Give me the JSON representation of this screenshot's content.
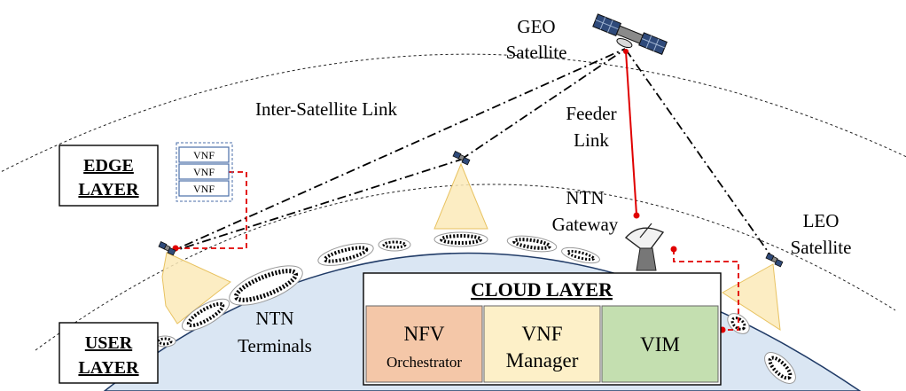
{
  "labels": {
    "geo_satellite": [
      "GEO",
      "Satellite"
    ],
    "inter_satellite_link": "Inter-Satellite Link",
    "feeder_link": [
      "Feeder",
      "Link"
    ],
    "ntn_gateway": [
      "NTN",
      "Gateway"
    ],
    "leo_satellite": [
      "LEO",
      "Satellite"
    ],
    "ntn_terminals": [
      "NTN",
      "Terminals"
    ]
  },
  "edge_layer": {
    "title": [
      "EDGE",
      "LAYER"
    ],
    "vnf_items": [
      "VNF",
      "VNF",
      "VNF"
    ]
  },
  "user_layer": {
    "title": [
      "USER",
      "LAYER"
    ]
  },
  "cloud_layer": {
    "title": "CLOUD LAYER",
    "modules": [
      {
        "lines": [
          "NFV",
          "Orchestrator"
        ],
        "color": "#f4c7a8"
      },
      {
        "lines": [
          "VNF",
          "Manager"
        ],
        "color": "#fdf0c8"
      },
      {
        "lines": [
          "VIM"
        ],
        "color": "#c4dfb0"
      }
    ]
  },
  "colors": {
    "earth": "#dae6f3",
    "beam": "#fbeab8",
    "link_red": "#e00000"
  }
}
